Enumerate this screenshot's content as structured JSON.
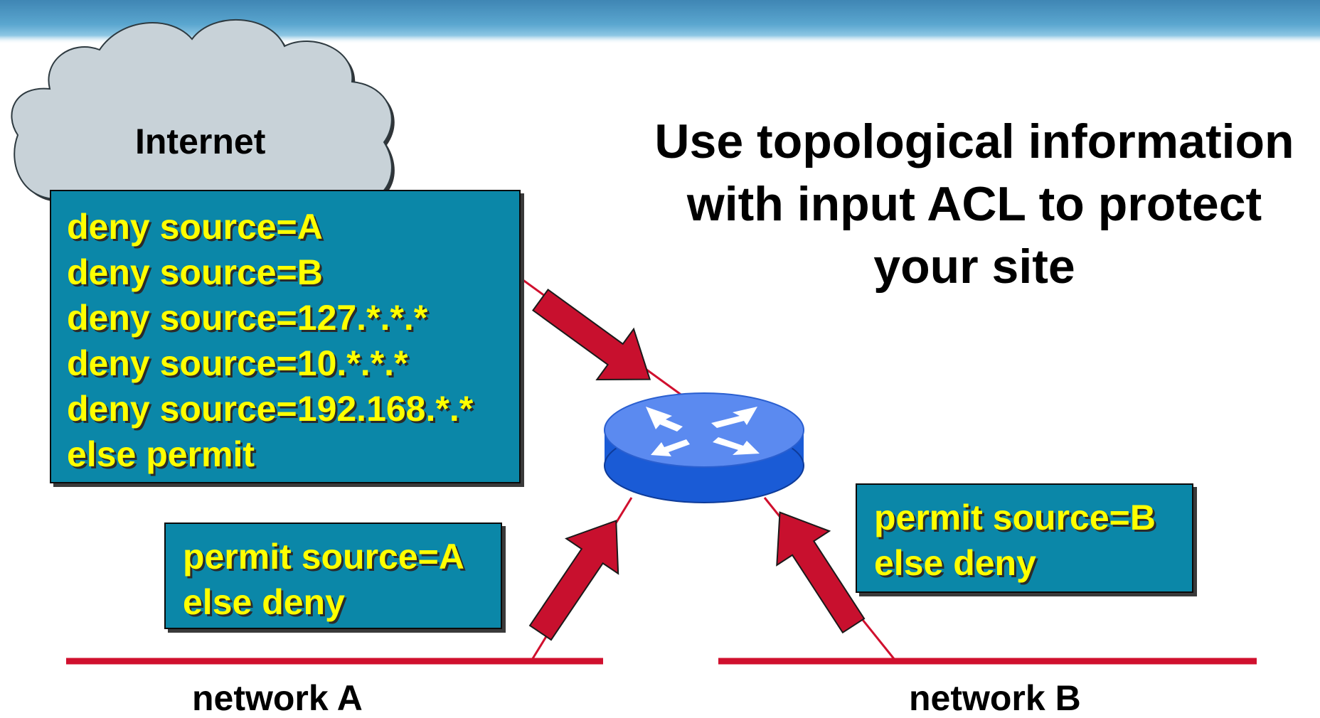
{
  "title": {
    "lines": [
      "Use topological information",
      "with input ACL to protect",
      "your site"
    ]
  },
  "cloud": {
    "label": "Internet"
  },
  "acl_internet": {
    "lines": [
      "deny source=A",
      "deny source=B",
      "deny source=127.*.*.*",
      "deny source=10.*.*.*",
      "deny source=192.168.*.*",
      "else permit"
    ]
  },
  "acl_network_a": {
    "lines": [
      "permit source=A",
      "else deny"
    ]
  },
  "acl_network_b": {
    "lines": [
      "permit source=B",
      "else deny"
    ]
  },
  "networks": {
    "a_label": "network A",
    "b_label": "network B"
  },
  "colors": {
    "acl_box": "#0b87a8",
    "acl_text": "#ffff00",
    "arrow": "#c8102e",
    "link": "#d0102e",
    "router_top": "#5b8af0",
    "router_side": "#1a5bd6",
    "cloud": "#c8d2d8"
  },
  "icons": {
    "router": "router-icon",
    "cloud": "cloud-icon",
    "arrow": "arrow-icon"
  }
}
